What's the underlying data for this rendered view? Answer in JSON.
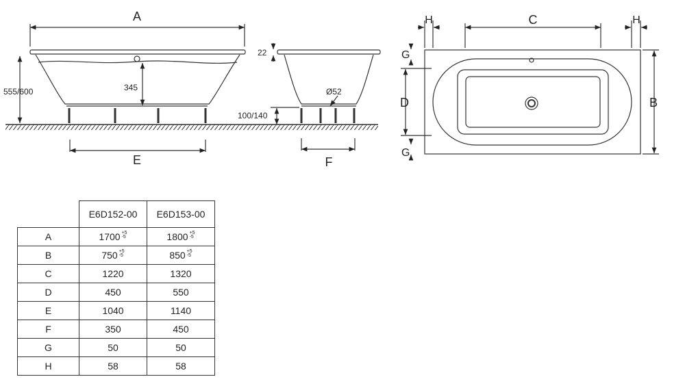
{
  "drawing": {
    "side_view": {
      "dim_length": "A",
      "dim_height": "555/600",
      "dim_depth": "345",
      "dim_legs": "E"
    },
    "end_view": {
      "dim_rim": "22",
      "dim_leg_height": "100/140",
      "dim_drain": "Ø52",
      "dim_legs": "F"
    },
    "plan_view": {
      "dim_c": "C",
      "dim_h_left": "H",
      "dim_h_right": "H",
      "dim_b": "B",
      "dim_d": "D",
      "dim_g_top": "G",
      "dim_g_bottom": "G"
    }
  },
  "table": {
    "columns": [
      "E6D152-00",
      "E6D153-00"
    ],
    "tolerance": {
      "plus": "+5",
      "minus": "-5"
    },
    "rows": [
      {
        "label": "A",
        "v1": "1700",
        "v2": "1800",
        "tol": true
      },
      {
        "label": "B",
        "v1": "750",
        "v2": "850",
        "tol": true
      },
      {
        "label": "C",
        "v1": "1220",
        "v2": "1320"
      },
      {
        "label": "D",
        "v1": "450",
        "v2": "550"
      },
      {
        "label": "E",
        "v1": "1040",
        "v2": "1140"
      },
      {
        "label": "F",
        "v1": "350",
        "v2": "450"
      },
      {
        "label": "G",
        "v1": "50",
        "v2": "50"
      },
      {
        "label": "H",
        "v1": "58",
        "v2": "58"
      }
    ]
  }
}
